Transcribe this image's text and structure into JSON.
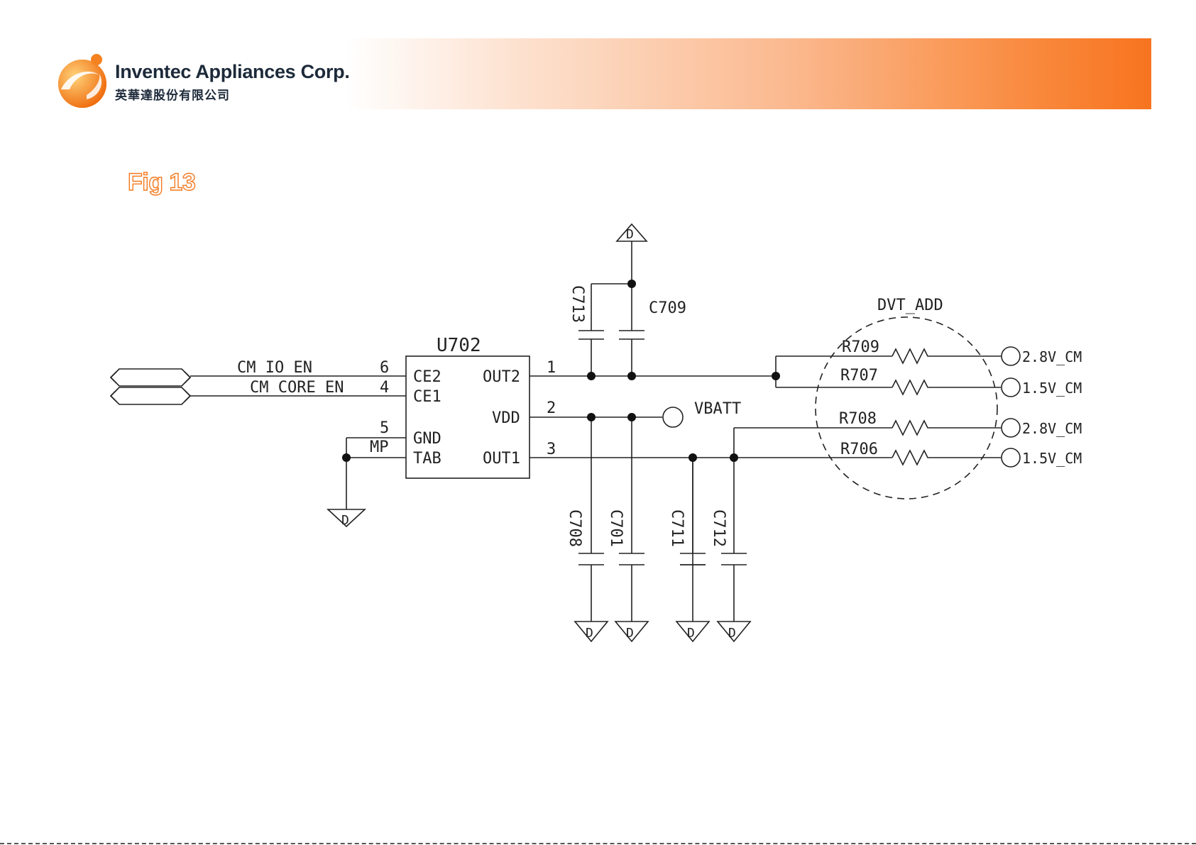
{
  "header": {
    "company_name": "Inventec Appliances Corp.",
    "company_name_cn": "英華達股份有限公司",
    "logo_icon": "inventec-logo-icon",
    "accent_color": "#f7741f"
  },
  "figure": {
    "title": "Fig 13",
    "title_color": "#f47a20"
  },
  "schematic": {
    "ic": {
      "name": "U702",
      "left_pins": [
        {
          "number": "6",
          "label": "CE2"
        },
        {
          "number": "4",
          "label": "CE1"
        },
        {
          "number": "5",
          "label": "GND"
        },
        {
          "number": "",
          "label": "TAB"
        }
      ],
      "right_pins": [
        {
          "number": "1",
          "label": "OUT2"
        },
        {
          "number": "2",
          "label": "VDD"
        },
        {
          "number": "3",
          "label": "OUT1"
        }
      ]
    },
    "nets": {
      "cm_io_en": "CM_IO_EN",
      "cm_core_en": "CM_CORE_EN",
      "mp": "MP",
      "vbatt": "VBATT"
    },
    "capacitors": [
      "C713",
      "C709",
      "C708",
      "C701",
      "C711",
      "C712"
    ],
    "resistors": [
      "R709",
      "R707",
      "R708",
      "R706"
    ],
    "outputs": [
      "2.8V_CM",
      "1.5V_CM",
      "2.8V_CM",
      "1.5V_CM"
    ],
    "group_label": "DVT_ADD",
    "ground_label": "D"
  }
}
